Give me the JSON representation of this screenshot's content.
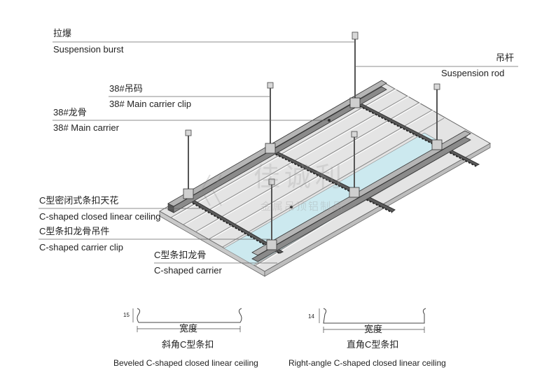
{
  "callouts": {
    "suspension_burst": {
      "zh": "拉爆",
      "en": "Suspension burst"
    },
    "suspension_rod": {
      "zh": "吊杆",
      "en": "Suspension rod"
    },
    "main_carrier_clip": {
      "zh": "38#吊码",
      "en": "38# Main carrier clip"
    },
    "main_carrier": {
      "zh": "38#龙骨",
      "en": "38# Main carrier"
    },
    "closed_ceiling": {
      "zh": "C型密闭式条扣天花",
      "en": "C-shaped closed linear ceiling"
    },
    "carrier_clip": {
      "zh": "C型条扣龙骨吊件",
      "en": "C-shaped carrier clip"
    },
    "c_carrier": {
      "zh": "C型条扣龙骨",
      "en": "C-shaped carrier"
    }
  },
  "profiles": [
    {
      "dimension": "15",
      "width_label": "宽度",
      "name_zh": "斜角C型条扣",
      "name_en": "Beveled C-shaped closed linear ceiling"
    },
    {
      "dimension": "14",
      "width_label": "宽度",
      "name_zh": "直角C型条扣",
      "name_en": "Right-angle C-shaped closed linear ceiling"
    }
  ],
  "watermark": {
    "brand": "佳诚利",
    "sub": "金属吊顶铝制品"
  },
  "colors": {
    "line": "#555555",
    "panel": "#e6e6e6",
    "panel_shade": "#cfcfcf",
    "glass": "#cfeaf0",
    "carrier": "#444444"
  }
}
